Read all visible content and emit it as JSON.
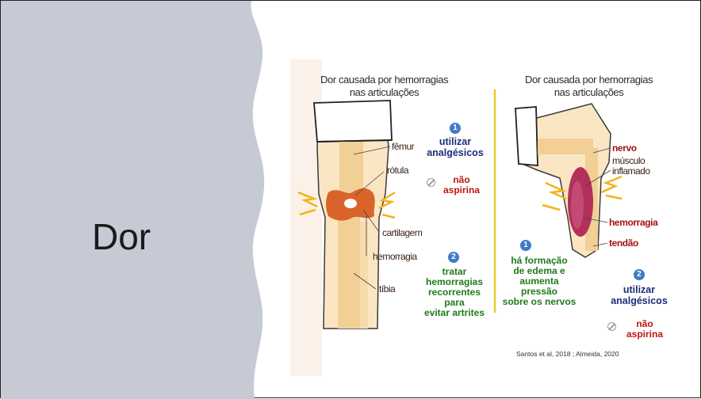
{
  "slide": {
    "title": "Dor",
    "citation": "Santos et al, 2018 ; Almeida, 2020"
  },
  "colors": {
    "side_panel": "#c6cad5",
    "bone": "#f5d9a8",
    "hemorrhage": "#d9642a",
    "muscle": "#b2305a",
    "divider": "#e6cc2e",
    "step_badge": "#3f7cc7"
  },
  "left_diagram": {
    "heading_line1": "Dor causada por hemorragias",
    "heading_line2": "nas articulações",
    "labels": {
      "femur": "fêmur",
      "rotula": "rótula",
      "cartilagem": "cartilagem",
      "hemorragia": "hemorragia",
      "tibia": "tíbia"
    },
    "step1": {
      "number": "1",
      "line1": "utilizar",
      "line2": "analgésicos",
      "no_line1": "não",
      "no_line2": "aspirina"
    },
    "step2": {
      "number": "2",
      "line1": "tratar",
      "line2": "hemorragias",
      "line3": "recorrentes",
      "line4": "para",
      "line5": "evitar artrites"
    }
  },
  "right_diagram": {
    "heading_line1": "Dor causada por hemorragias",
    "heading_line2": "nas articulações",
    "labels": {
      "nervo": "nervo",
      "musculo_line1": "músculo",
      "musculo_line2": "inflamado",
      "hemorragia": "hemorragia",
      "tendao": "tendão"
    },
    "step1": {
      "number": "1",
      "line1": "há formação",
      "line2": "de edema e",
      "line3": "aumenta",
      "line4": "pressão",
      "line5": "sobre os nervos"
    },
    "step2": {
      "number": "2",
      "line1": "utilizar",
      "line2": "analgésicos",
      "no_line1": "não",
      "no_line2": "aspirina"
    }
  }
}
